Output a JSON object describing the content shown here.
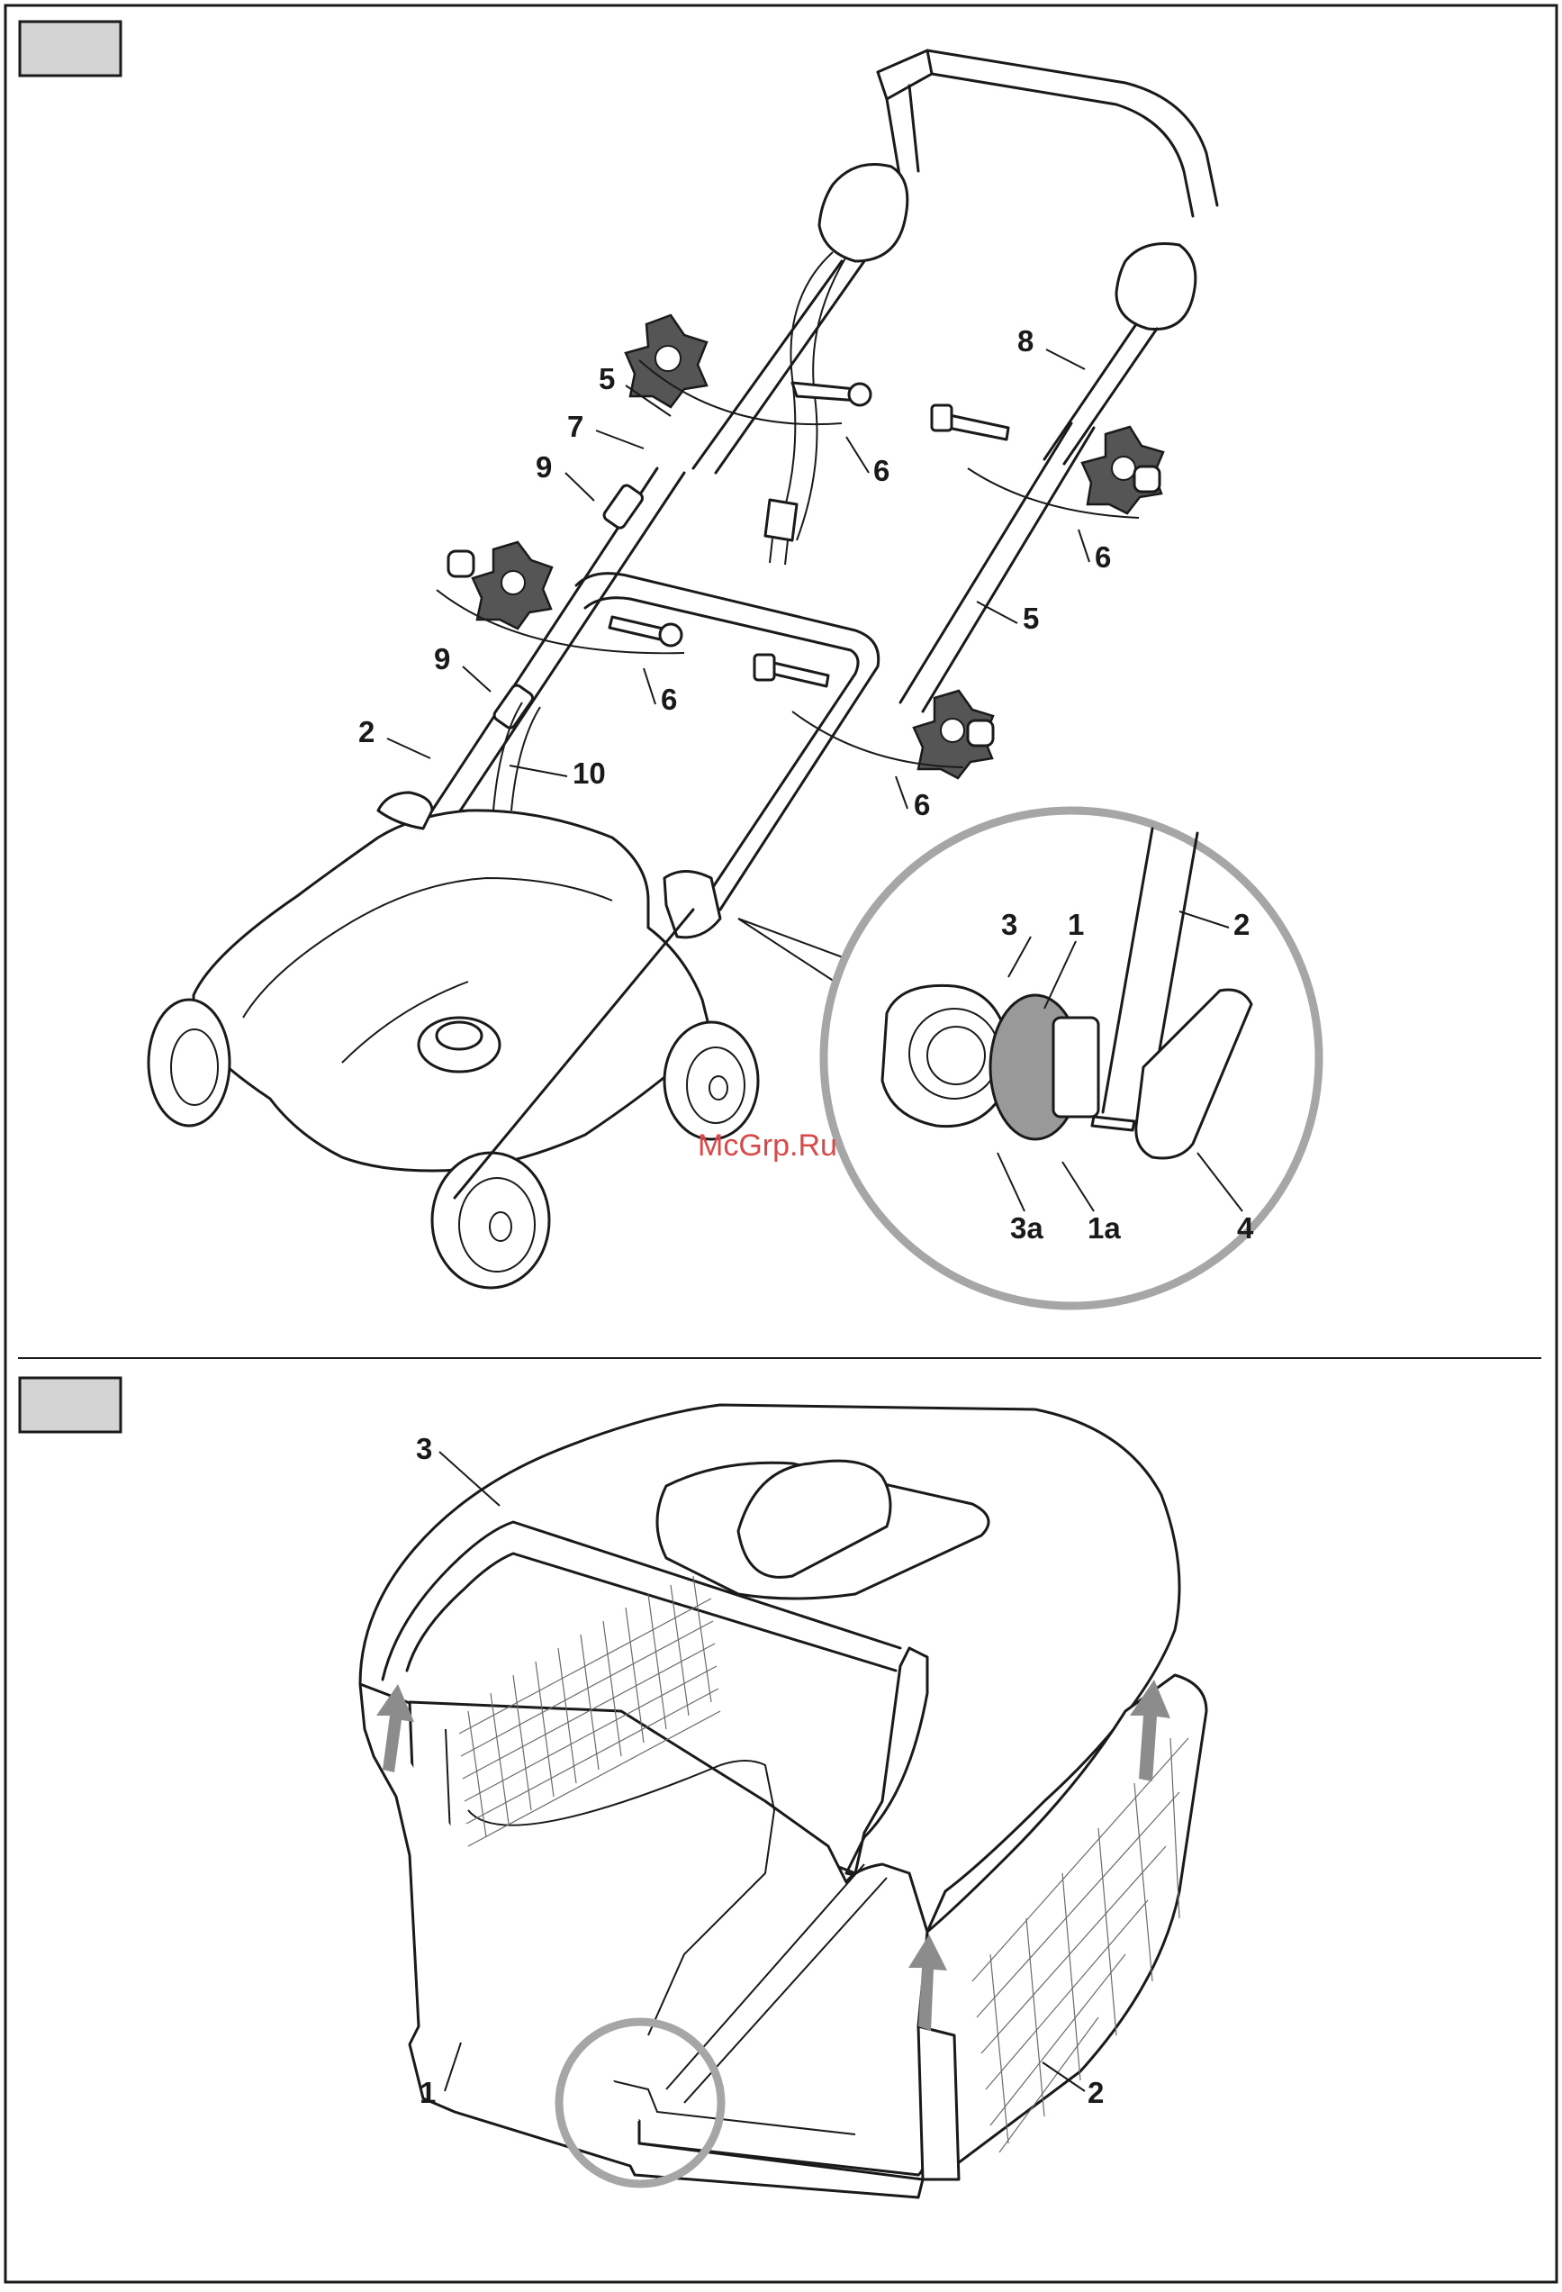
{
  "watermark": "McGrp.Ru",
  "figure_top": {
    "labels": [
      "2",
      "10",
      "9",
      "9",
      "7",
      "5",
      "6",
      "6",
      "8",
      "6",
      "5",
      "6"
    ]
  },
  "detail": {
    "labels": [
      "3",
      "1",
      "2",
      "3a",
      "1a",
      "4"
    ]
  },
  "figure_bottom": {
    "labels": [
      "3",
      "1",
      "2"
    ]
  },
  "colors": {
    "line": "#1a1a1a",
    "detail_circle": "#a6a6a6",
    "arrow": "#8c8c8c",
    "box": "#d4d4d4",
    "watermark": "#d84a4a"
  }
}
